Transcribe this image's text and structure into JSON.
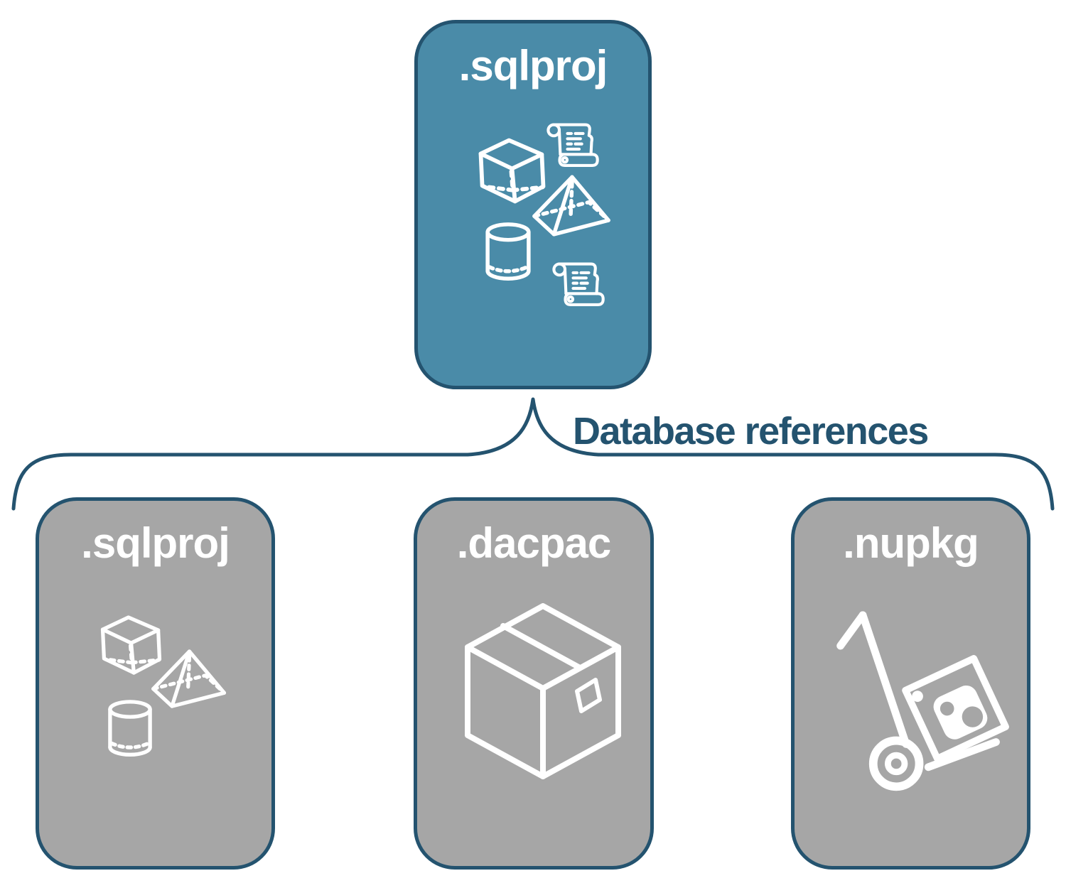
{
  "colors": {
    "teal": "#4A8BA8",
    "gray": "#A6A6A6",
    "navy": "#24536F",
    "icon": "#FFFFFF"
  },
  "root": {
    "label": ".sqlproj",
    "icons": [
      "scroll-icon",
      "cube-icon",
      "pyramid-icon",
      "cylinder-icon",
      "scroll-icon"
    ]
  },
  "connector": {
    "label": "Database references"
  },
  "children": [
    {
      "label": ".sqlproj",
      "icons": [
        "cube-icon",
        "pyramid-icon",
        "cylinder-icon"
      ]
    },
    {
      "label": ".dacpac",
      "icons": [
        "package-box-icon"
      ]
    },
    {
      "label": ".nupkg",
      "icons": [
        "hand-truck-icon"
      ]
    }
  ]
}
